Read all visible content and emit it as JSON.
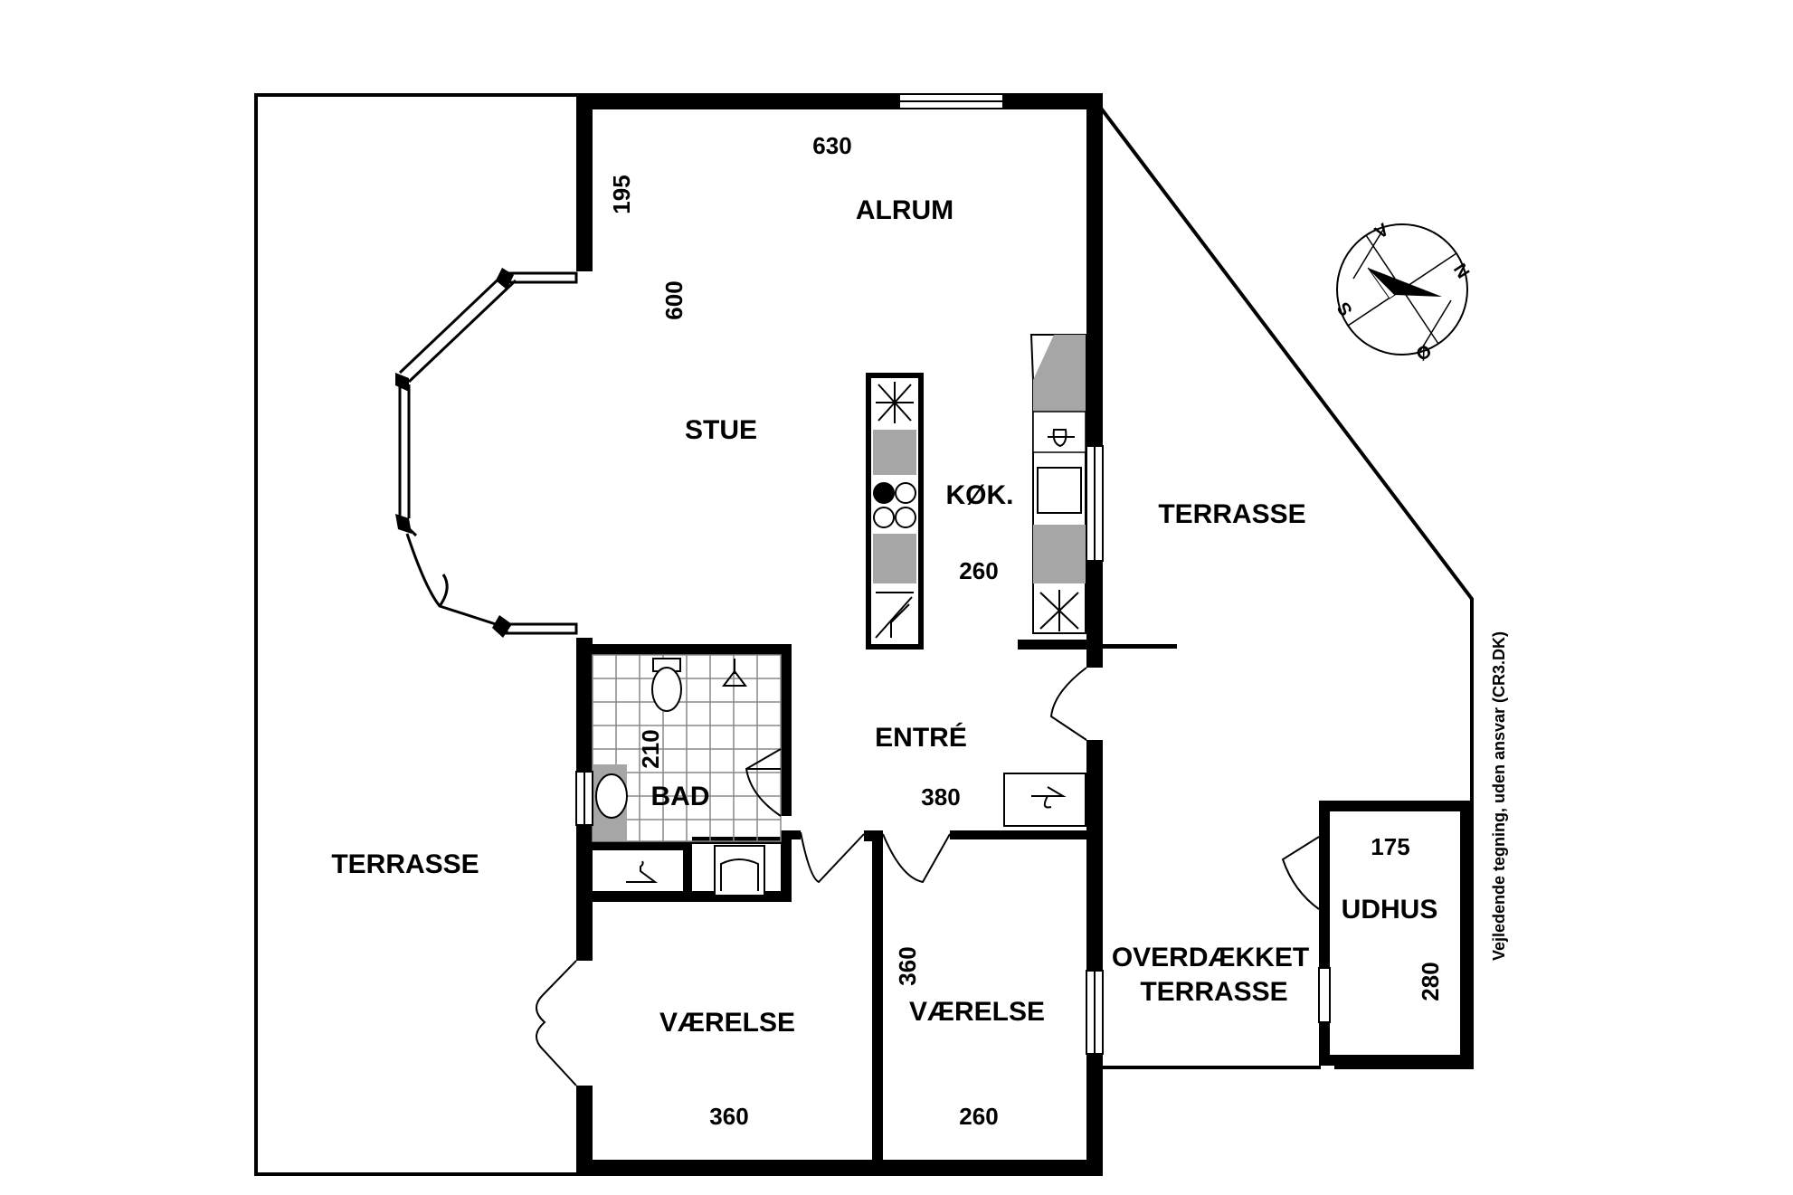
{
  "rooms": {
    "alrum": "ALRUM",
    "stue": "STUE",
    "kok": "KØK.",
    "entre": "ENTRÉ",
    "bad": "BAD",
    "vaerelse_left": "VÆRELSE",
    "vaerelse_right": "VÆRELSE",
    "terrasse_left": "TERRASSE",
    "terrasse_right": "TERRASSE",
    "overdaekket_line1": "OVERDÆKKET",
    "overdaekket_line2": "TERRASSE",
    "udhus": "UDHUS"
  },
  "dimensions": {
    "alrum_width": "630",
    "alrum_depth": "195",
    "stue_depth": "600",
    "kok_width": "260",
    "bad_depth": "210",
    "entre_width": "380",
    "vaerelse_left_depth": "360",
    "vaerelse_left_width": "360",
    "vaerelse_right_width": "260",
    "udhus_width": "175",
    "udhus_depth": "280"
  },
  "compass": {
    "north": "N",
    "south": "S",
    "east": "Ø",
    "west": "V"
  },
  "disclaimer": "Vejledende tegning, uden ansvar (CR3.DK)",
  "colors": {
    "wall": "#000000",
    "fixture": "#a6a6a6",
    "background": "#ffffff"
  }
}
